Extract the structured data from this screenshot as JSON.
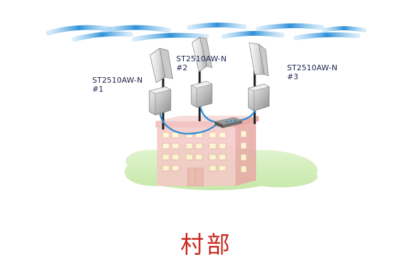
{
  "antennas": [
    {
      "model": "ST2510AW-N",
      "number": "#1"
    },
    {
      "model": "ST2510AW-N",
      "number": "#2"
    },
    {
      "model": "ST2510AW-N",
      "number": "#3"
    }
  ],
  "caption": "村部",
  "colors": {
    "signal_wave": "#2f90d8",
    "signal_wave_light": "#9fd0f2",
    "grass": "#d5efbf",
    "building_wall": "#f5c8c6",
    "building_shadow": "#e8a9a5",
    "window": "#fff6cf",
    "cable": "#2c8fd6",
    "caption": "#c8291e",
    "label_text": "#1b1f4a"
  },
  "icons": {
    "wireless_signal": "wifi-wave-icon",
    "sector_antenna": "sector-antenna-icon",
    "bridge_unit": "wireless-bridge-icon",
    "network_switch": "network-switch-icon",
    "building": "village-office-building-icon"
  }
}
